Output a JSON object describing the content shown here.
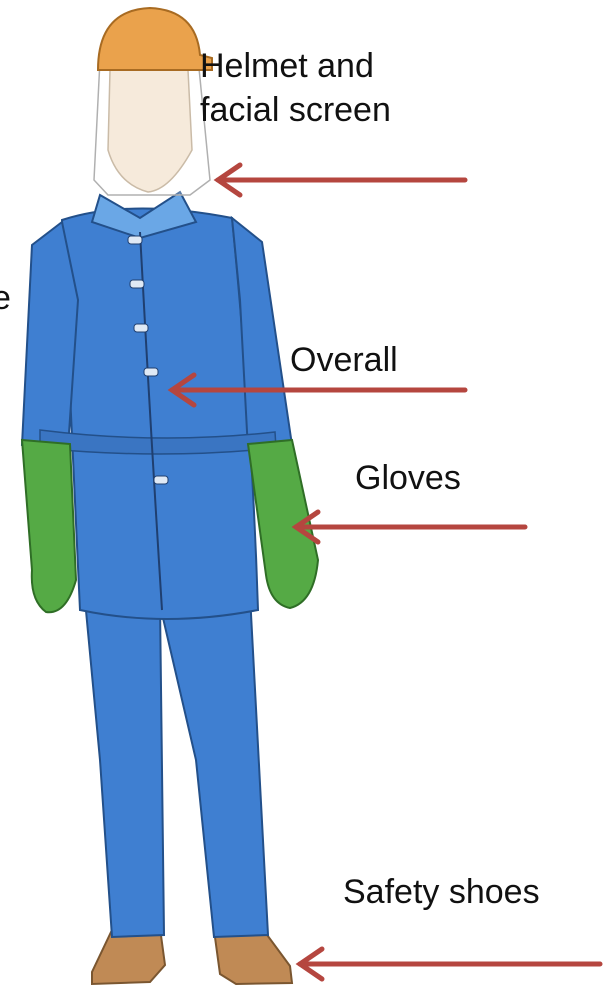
{
  "labels": {
    "helmet_line1": "Helmet and",
    "helmet_line2": "facial screen",
    "overall": "Overall",
    "gloves": "Gloves",
    "safety_shoes": "Safety shoes",
    "left_cutoff_fragment": "e"
  },
  "colors": {
    "arrow": "#b5463f",
    "coverall": "#3f7fd1",
    "coverall_outline": "#23508a",
    "gloves": "#55aa45",
    "helmet": "#eaa24c",
    "shoes": "#c08a55",
    "skin": "#f3e3cf",
    "label_text": "#111111"
  },
  "icons": {
    "figure": "worker-ppe-illustration",
    "arrows": "left-arrow-icon"
  }
}
